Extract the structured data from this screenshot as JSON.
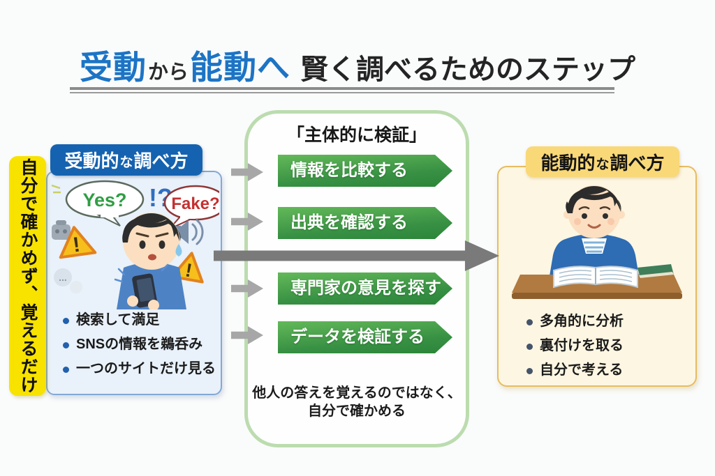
{
  "title": {
    "part1_blue": "受動",
    "part2_conn": "から",
    "part3_blue": "能動へ",
    "part4_main": "賢く調べるためのステップ"
  },
  "left_banner": {
    "text": "自分で確かめず、覚えるだけ"
  },
  "passive_panel": {
    "header": {
      "main1": "受動的",
      "particle": "な",
      "main2": "調べ方"
    },
    "illustration": {
      "bubble_yes": "Yes?",
      "interrobang": "!?",
      "bubble_fake": "Fake?",
      "warning_mark": "!",
      "ellipsis": "..."
    },
    "bullets": [
      "検索して満足",
      "SNSの情報を鵜呑み",
      "一つのサイトだけ見る"
    ]
  },
  "center_panel": {
    "header": "「主体的に検証」",
    "steps": [
      "情報を比較する",
      "出典を確認する",
      "専門家の意見を探す",
      "データを検証する"
    ],
    "footer_line1": "他人の答えを覚えるのではなく、",
    "footer_line2": "自分で確かめる"
  },
  "active_panel": {
    "header": {
      "main1": "能動的",
      "particle": "な",
      "main2": "調べ方"
    },
    "bullets": [
      "多角的に分析",
      "裏付けを取る",
      "自分で考える"
    ]
  },
  "colors": {
    "title-blue": "#1c74c5",
    "header-blue": "#1563b0",
    "panel-blue-bg": "#e9f1fa",
    "panel-blue-border": "#84a8d4",
    "banner-yellow": "#f8e200",
    "green-border": "#bcdcaf",
    "green-btn-top": "#63b959",
    "green-btn-bottom": "#2b8538",
    "arrow-small": "#a7a7a7",
    "arrow-big": "#7a7a7a",
    "panel-yellow-bg": "#fdf6e2",
    "panel-yellow-border": "#e6bc60",
    "header-yellow": "#f9d878",
    "bullet-blue": "#2160ad",
    "bullet-slate": "#44546a"
  }
}
